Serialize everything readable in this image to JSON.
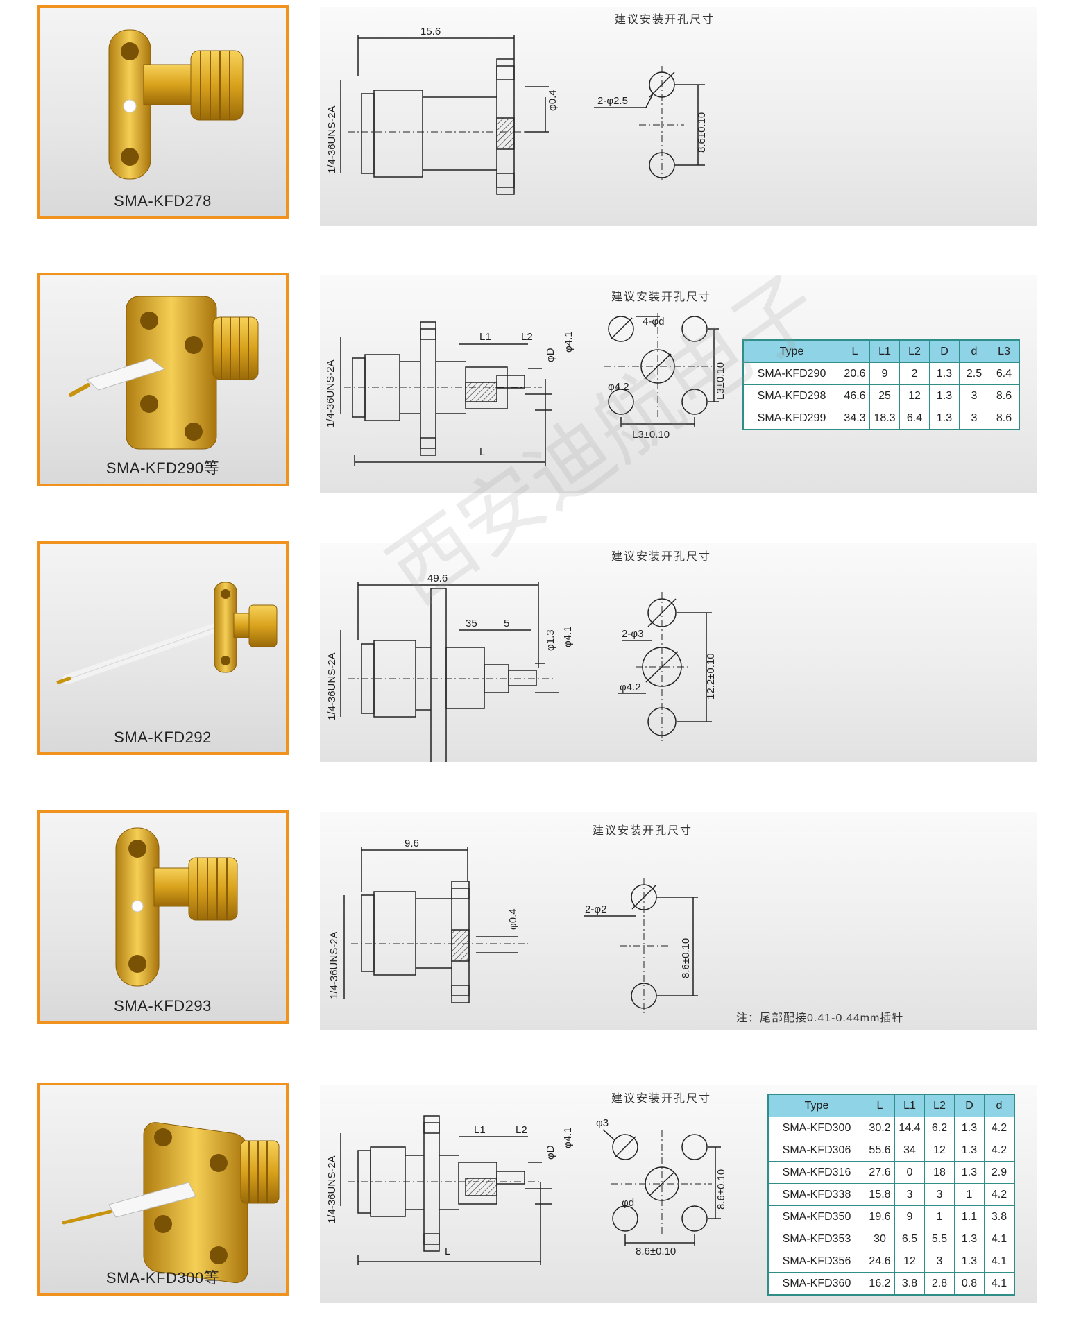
{
  "sections": [
    {
      "model": "SMA-KFD278",
      "heading": "建议安装开孔尺寸",
      "thread": "1/4-36UNS-2A",
      "dims": {
        "length": "15.6",
        "pin": "φ0.4",
        "holes": "2-φ2.5",
        "spacing": "8.6±0.10"
      }
    },
    {
      "model": "SMA-KFD290等",
      "heading": "建议安装开孔尺寸",
      "thread": "1/4-36UNS-2A",
      "dims": {
        "l1": "L1",
        "l2": "L2",
        "d": "φD",
        "d41": "φ4.1",
        "holes": "4-φd",
        "center": "φ4.2",
        "v": "L3±0.10",
        "h": "L3±0.10",
        "l": "L"
      },
      "table": {
        "headers": [
          "Type",
          "L",
          "L1",
          "L2",
          "D",
          "d",
          "L3"
        ],
        "rows": [
          [
            "SMA-KFD290",
            "20.6",
            "9",
            "2",
            "1.3",
            "2.5",
            "6.4"
          ],
          [
            "SMA-KFD298",
            "46.6",
            "25",
            "12",
            "1.3",
            "3",
            "8.6"
          ],
          [
            "SMA-KFD299",
            "34.3",
            "18.3",
            "6.4",
            "1.3",
            "3",
            "8.6"
          ]
        ]
      }
    },
    {
      "model": "SMA-KFD292",
      "heading": "建议安装开孔尺寸",
      "thread": "1/4-36UNS-2A",
      "watermark": "西安迪航电子",
      "dims": {
        "length": "49.6",
        "l1": "35",
        "l2": "5",
        "d13": "φ1.3",
        "d41": "φ4.1",
        "holes": "2-φ3",
        "center": "φ4.2",
        "spacing": "12.2±0.10"
      }
    },
    {
      "model": "SMA-KFD293",
      "heading": "建议安装开孔尺寸",
      "thread": "1/4-36UNS-2A",
      "note": "注：尾部配接0.41-0.44mm插针",
      "dims": {
        "length": "9.6",
        "pin": "φ0.4",
        "holes": "2-φ2",
        "spacing": "8.6±0.10"
      }
    },
    {
      "model": "SMA-KFD300等",
      "heading": "建议安装开孔尺寸",
      "thread": "1/4-36UNS-2A",
      "dims": {
        "l1": "L1",
        "l2": "L2",
        "d": "φD",
        "d41": "φ4.1",
        "holes": "φ3",
        "center": "φd",
        "v": "8.6±0.10",
        "h": "8.6±0.10",
        "l": "L"
      },
      "table": {
        "headers": [
          "Type",
          "L",
          "L1",
          "L2",
          "D",
          "d"
        ],
        "rows": [
          [
            "SMA-KFD300",
            "30.2",
            "14.4",
            "6.2",
            "1.3",
            "4.2"
          ],
          [
            "SMA-KFD306",
            "55.6",
            "34",
            "12",
            "1.3",
            "4.2"
          ],
          [
            "SMA-KFD316",
            "27.6",
            "0",
            "18",
            "1.3",
            "2.9"
          ],
          [
            "SMA-KFD338",
            "15.8",
            "3",
            "3",
            "1",
            "4.2"
          ],
          [
            "SMA-KFD350",
            "19.6",
            "9",
            "1",
            "1.1",
            "3.8"
          ],
          [
            "SMA-KFD353",
            "30",
            "6.5",
            "5.5",
            "1.3",
            "4.1"
          ],
          [
            "SMA-KFD356",
            "24.6",
            "12",
            "3",
            "1.3",
            "4.1"
          ],
          [
            "SMA-KFD360",
            "16.2",
            "3.8",
            "2.8",
            "0.8",
            "4.1"
          ]
        ]
      }
    }
  ],
  "colors": {
    "frame": "#f0921e",
    "gold": "#d9a21c",
    "table_header": "#8ed3e6",
    "table_border": "#2f8f88"
  }
}
